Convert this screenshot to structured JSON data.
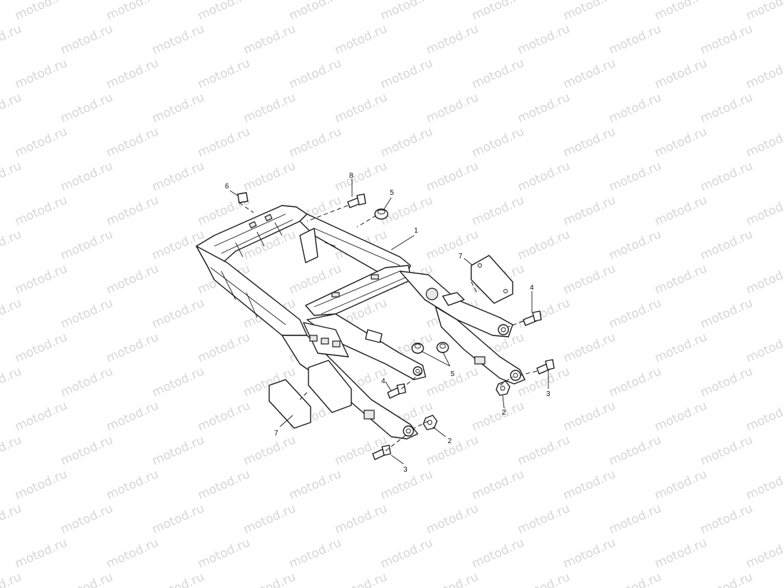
{
  "watermark": {
    "text": "motod.ru"
  },
  "callouts": [
    {
      "id": "c1",
      "text": "1"
    },
    {
      "id": "c8",
      "text": "8"
    },
    {
      "id": "c5a",
      "text": "5"
    },
    {
      "id": "c6",
      "text": "6"
    },
    {
      "id": "c7a",
      "text": "7"
    },
    {
      "id": "c4a",
      "text": "4"
    },
    {
      "id": "c3a",
      "text": "3"
    },
    {
      "id": "c2a",
      "text": "2"
    },
    {
      "id": "c5b",
      "text": "5"
    },
    {
      "id": "c4b",
      "text": "4"
    },
    {
      "id": "c2b",
      "text": "2"
    },
    {
      "id": "c3b",
      "text": "3"
    },
    {
      "id": "c7b",
      "text": "7"
    }
  ]
}
